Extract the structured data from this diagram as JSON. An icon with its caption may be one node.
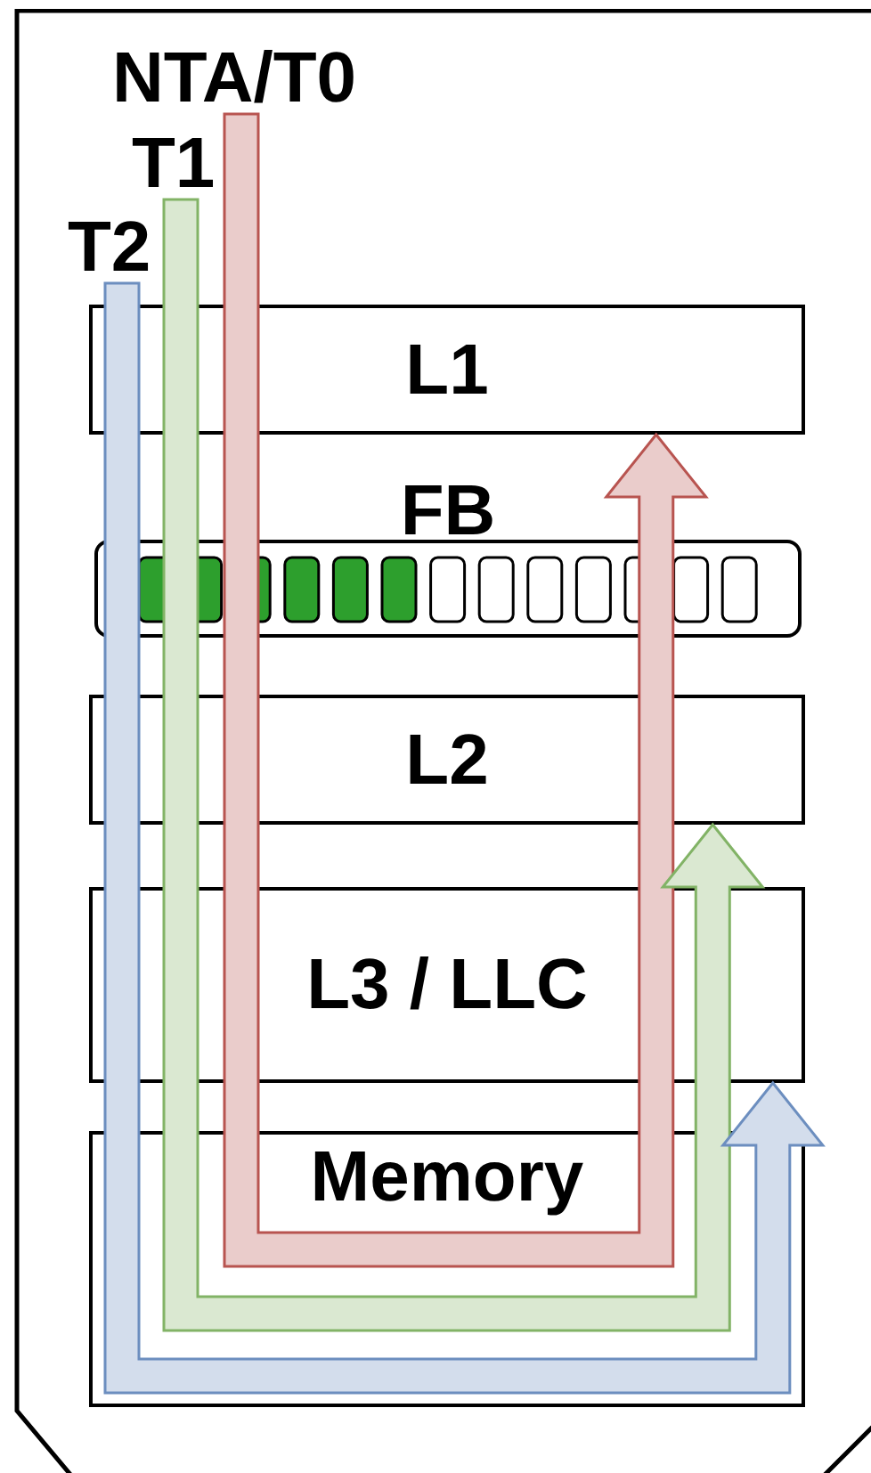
{
  "diagram": {
    "nodes": [
      {
        "text": [],
        "shape": "box"
      },
      {
        "text": [
          "NTA/T0"
        ],
        "in": 0
      },
      {
        "text": [
          "T1"
        ],
        "in": 0
      },
      {
        "text": [
          "T2"
        ],
        "in": 0
      },
      {
        "text": [
          "L1"
        ],
        "in": 0
      },
      {
        "text": [
          "FB"
        ],
        "in": 0
      },
      {
        "text": [
          "L2"
        ],
        "in": 0
      },
      {
        "text": [
          "L3 / LLC"
        ],
        "in": 0
      },
      {
        "text": [
          "Memory"
        ],
        "in": 0
      }
    ],
    "edges": [
      {
        "from": 1,
        "to": 4,
        "arrow": "to",
        "color": "#b85450"
      },
      {
        "from": 2,
        "to": 6,
        "arrow": "to",
        "color": "#82b366"
      },
      {
        "from": 3,
        "to": 7,
        "arrow": "to",
        "color": "#6c8ebf"
      }
    ]
  }
}
